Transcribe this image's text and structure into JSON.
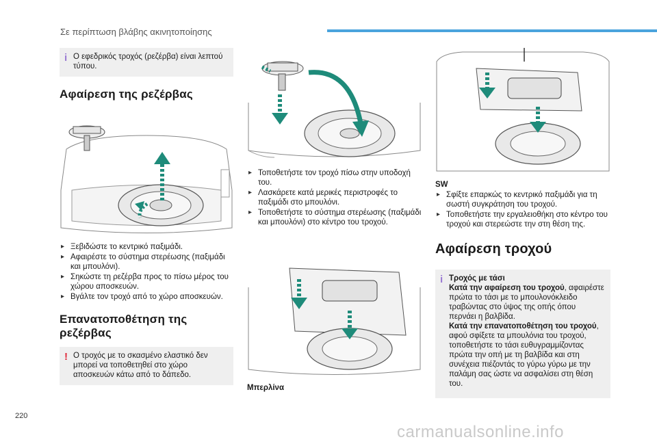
{
  "header": {
    "title": "Σε περίπτωση βλάβης ακινητοποίησης"
  },
  "col1": {
    "note_info": "Ο εφεδρικός τροχός (ρεζέρβα) είναι λεπτού τύπου.",
    "heading_remove": "Αφαίρεση της ρεζέρβας",
    "steps_remove": [
      "Ξεβιδώστε το κεντρικό παξιμάδι.",
      "Αφαιρέστε το σύστημα στερέωσης (παξιμάδι και μπουλόνι).",
      "Σηκώστε τη ρεζέρβα προς το πίσω μέρος του χώρου αποσκευών.",
      "Βγάλτε τον τροχό από το χώρο αποσκευών."
    ],
    "heading_refit": "Επανατοποθέτηση της ρεζέρβας",
    "note_warning": "Ο τροχός με το σκασμένο ελαστικό δεν μπορεί να τοποθετηθεί στο χώρο αποσκευών κάτω από το δάπεδο."
  },
  "col2": {
    "steps_refit": [
      "Τοποθετήστε τον τροχό πίσω στην υποδοχή του.",
      "Λασκάρετε κατά μερικές περιστροφές το παξιμάδι στο μπουλόνι.",
      "Τοποθετήστε το σύστημα στερέωσης (παξιμάδι και μπουλόνι) στο κέντρο του τροχού."
    ],
    "caption_berlina": "Μπερλίνα"
  },
  "col3": {
    "caption_sw": "SW",
    "steps_sw": [
      "Σφίξτε επαρκώς το κεντρικό παξιμάδι για τη σωστή συγκράτηση του τροχού.",
      "Τοποθετήστε την εργαλειοθήκη στο κέντρο του τροχού και στερεώστε την στη θέση της."
    ],
    "heading_wheel": "Αφαίρεση τροχού",
    "tip_title": "Τροχός με τάσι",
    "tip_remove_label": "Κατά την αφαίρεση του τροχού",
    "tip_remove_text": ", αφαιρέστε πρώτα το τάσι με το μπουλονόκλειδο τραβώντας στο ύψος της οπής όπου περνάει η βαλβίδα.",
    "tip_refit_label": "Κατά την επανατοποθέτηση του τροχού",
    "tip_refit_text": ", αφού σφίξετε τα μπουλόνια του τροχού, τοποθετήστε το τάσι ευθυγραμμίζοντας πρώτα την οπή με τη βαλβίδα και στη συνέχεια πιέζοντάς το γύρω γύρω με την παλάμη σας ώστε να ασφαλίσει στη θέση του."
  },
  "footer": {
    "page_number": "220",
    "watermark": "carmanualsonline.info"
  },
  "colors": {
    "accent": "#4aa3dd",
    "info_mark": "#9b7bd3",
    "warning_mark": "#e0293a",
    "arrow_green": "#1e8b7a",
    "box_bg": "#efefef"
  }
}
